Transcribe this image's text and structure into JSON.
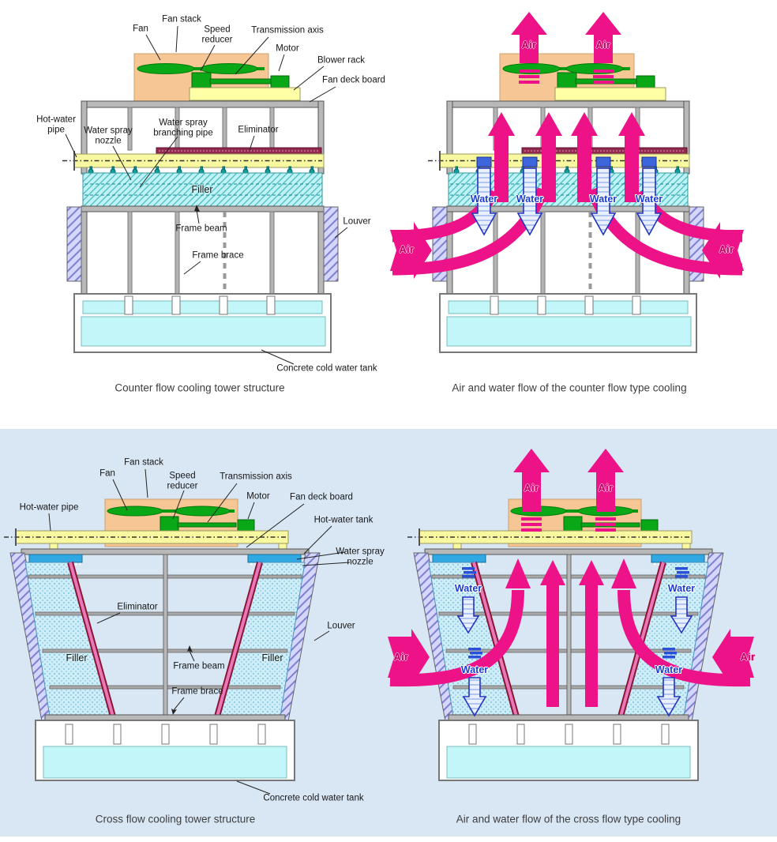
{
  "captions": {
    "counter_structure": "Counter flow cooling tower structure",
    "counter_flow": "Air and water flow of the counter flow type cooling",
    "cross_structure": "Cross flow cooling tower structure",
    "cross_flow": "Air and water flow of the cross flow type cooling"
  },
  "counter_structure": {
    "fan_stack": "Fan stack",
    "fan": "Fan",
    "speed_reducer": "Speed reducer",
    "transmission_axis": "Transmission axis",
    "motor": "Motor",
    "blower_rack": "Blower rack",
    "fan_deck_board": "Fan deck board",
    "hot_water_pipe": "Hot-water pipe",
    "water_spray_nozzle": "Water spray nozzle",
    "water_spray_branching_pipe": "Water spray branching pipe",
    "eliminator": "Eliminator",
    "filler": "Filler",
    "frame_beam": "Frame beam",
    "frame_brace": "Frame brace",
    "louver": "Louver",
    "concrete_tank": "Concrete cold water tank"
  },
  "cross_structure": {
    "fan_stack": "Fan stack",
    "fan": "Fan",
    "speed_reducer": "Speed reducer",
    "transmission_axis": "Transmission axis",
    "motor": "Motor",
    "fan_deck_board": "Fan deck board",
    "hot_water_pipe": "Hot-water pipe",
    "hot_water_tank": "Hot-water tank",
    "water_spray_nozzle": "Water spray nozzle",
    "eliminator": "Eliminator",
    "louver": "Louver",
    "filler": "Filler",
    "frame_beam": "Frame beam",
    "frame_brace": "Frame brace",
    "concrete_tank": "Concrete cold water tank"
  },
  "flow": {
    "air": "Air",
    "water": "Water"
  },
  "colors": {
    "air_flow_pink": "#ee1289",
    "water_flow_blue": "#2538cc",
    "hot_water_tank_blue": "#2fa8e4",
    "filler_cyan": "#bef2f4",
    "louver_purple": "#d4d6fb",
    "fan_housing_peach": "#f6c795",
    "machinery_green": "#0aa716",
    "pipe_yellow": "#f8f8a0",
    "tank_water_cyan": "#c2f6f8",
    "panel_background": "#d9e7f5"
  }
}
